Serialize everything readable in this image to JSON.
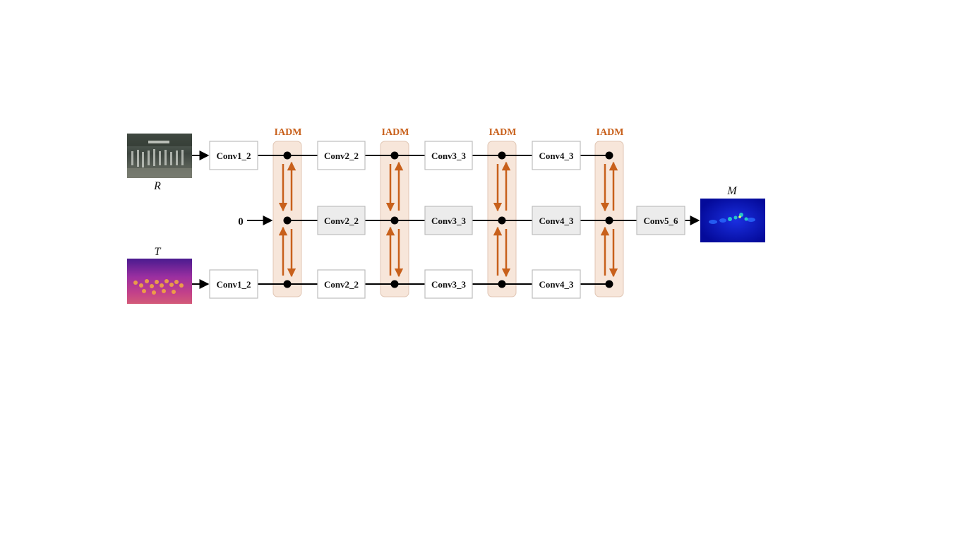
{
  "inputs": {
    "rgb_label": "R",
    "thermal_label": "T",
    "zero_label": "0"
  },
  "output": {
    "map_label": "M"
  },
  "iadm": {
    "label": "IADM",
    "color": "#C8601B",
    "fill": "#F7E6DA"
  },
  "rows": {
    "top": [
      "Conv1_2",
      "Conv2_2",
      "Conv3_3",
      "Conv4_3"
    ],
    "middle": [
      "Conv2_2",
      "Conv3_3",
      "Conv4_3",
      "Conv5_6"
    ],
    "bottom": [
      "Conv1_2",
      "Conv2_2",
      "Conv3_3",
      "Conv4_3"
    ]
  }
}
